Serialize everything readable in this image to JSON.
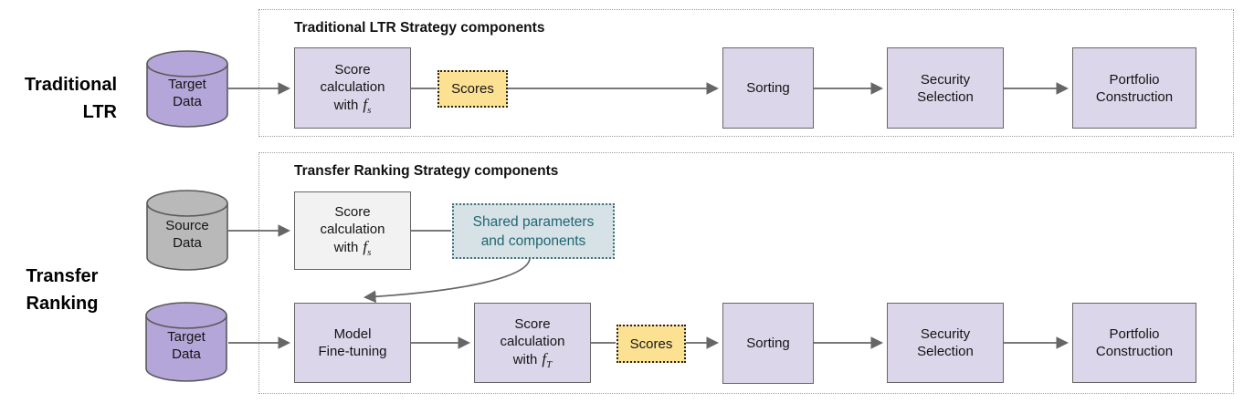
{
  "rows": {
    "traditional": {
      "line1": "Traditional",
      "line2": "LTR"
    },
    "transfer": {
      "line1": "Transfer",
      "line2": "Ranking"
    }
  },
  "traditional": {
    "title": "Traditional LTR Strategy components",
    "target_cylinder": {
      "line1": "Target",
      "line2": "Data"
    },
    "score_calc": {
      "line1": "Score",
      "line2": "calculation",
      "with_word": "with",
      "f": "f",
      "sub": "s"
    },
    "scores": "Scores",
    "sorting": "Sorting",
    "security": {
      "line1": "Security",
      "line2": "Selection"
    },
    "portfolio": {
      "line1": "Portfolio",
      "line2": "Construction"
    }
  },
  "transfer": {
    "title": "Transfer Ranking Strategy components",
    "source_cylinder": {
      "line1": "Source",
      "line2": "Data"
    },
    "target_cylinder": {
      "line1": "Target",
      "line2": "Data"
    },
    "score_calc_source": {
      "line1": "Score",
      "line2": "calculation",
      "with_word": "with",
      "f": "f",
      "sub": "s"
    },
    "shared": {
      "line1": "Shared parameters",
      "line2": "and components"
    },
    "model_finetune": {
      "line1": "Model",
      "line2": "Fine-tuning"
    },
    "score_calc_target": {
      "line1": "Score",
      "line2": "calculation",
      "with_word": "with",
      "f": "f",
      "sub": "T"
    },
    "scores": "Scores",
    "sorting": "Sorting",
    "security": {
      "line1": "Security",
      "line2": "Selection"
    },
    "portfolio": {
      "line1": "Portfolio",
      "line2": "Construction"
    }
  },
  "colors": {
    "purple_node_fill": "#dcd6ea",
    "node_border": "#666666",
    "purple_cylinder_fill": "#b5a6d9",
    "gray_cylinder_fill": "#b9b9b9",
    "gray_node_fill": "#f2f2f2",
    "yellow_fill": "#fce193",
    "shared_fill": "#d7e2e6",
    "shared_text": "#1f6674",
    "shared_border": "#44707b",
    "connector": "#666666",
    "container_border": "#9e9e9e",
    "cylinder_stroke": "#595959"
  }
}
